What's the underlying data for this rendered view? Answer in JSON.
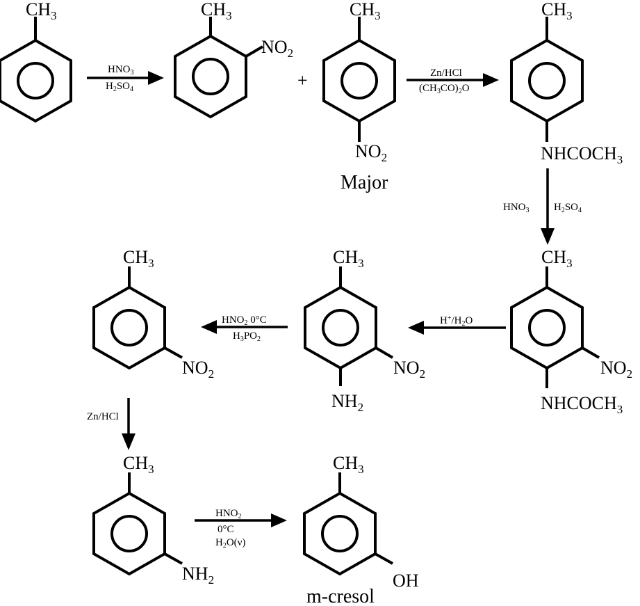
{
  "labels": {
    "ch3": "CH",
    "three": "3",
    "no2_n": "NO",
    "nh2_n": "NH",
    "two": "2",
    "nhcoch": "NHCOCH",
    "oh": "OH",
    "plus": "+",
    "major": "Major",
    "m_cresol": "m-cresol"
  },
  "conditions": {
    "step1_a": "HNO",
    "step1_a_sub": "3",
    "step1_b": "H",
    "step1_b_sub1": "2",
    "step1_b2": "SO",
    "step1_b_sub2": "4",
    "step2_a": "Zn/HCl",
    "step2_b1": "(CH",
    "step2_b_sub1": "3",
    "step2_b2": "CO)",
    "step2_b_sub2": "2",
    "step2_b3": "O",
    "step3_a": "HNO",
    "step3_a_sub": "3",
    "step3_b": "H",
    "step3_b_sub1": "2",
    "step3_b2": "SO",
    "step3_b_sub2": "4",
    "step4_a": "H",
    "step4_a_sup": "+",
    "step4_b": "/H",
    "step4_b_sub": "2",
    "step4_c": "O",
    "step5_a": "HNO",
    "step5_a_sub": "2",
    "step5_b": " 0°C",
    "step5_c": "H",
    "step5_c_sub1": "3",
    "step5_c2": "PO",
    "step5_c_sub2": "2",
    "step6": "Zn/HCl",
    "step7_a": "HNO",
    "step7_a_sub": "2",
    "step7_b": "0°C",
    "step7_c": "H",
    "step7_c_sub": "2",
    "step7_c2": "O(ν)"
  }
}
